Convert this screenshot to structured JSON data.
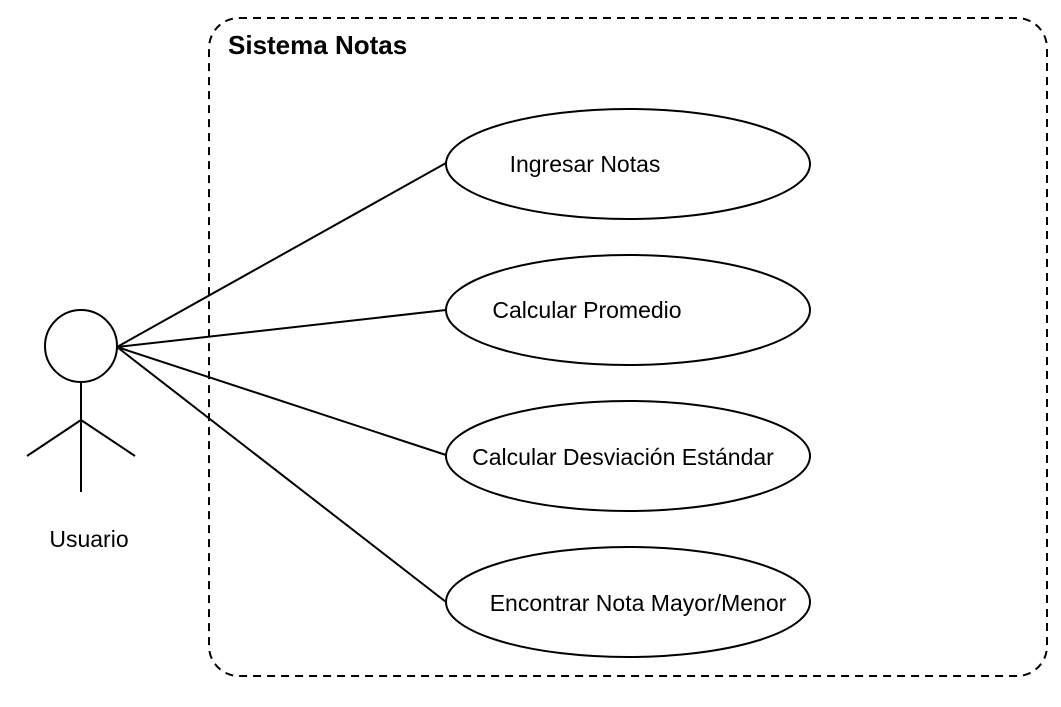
{
  "system": {
    "title": "Sistema Notas"
  },
  "actor": {
    "label": "Usuario"
  },
  "use_cases": [
    {
      "label": "Ingresar Notas"
    },
    {
      "label": "Calcular Promedio"
    },
    {
      "label": "Calcular Desviación Estándar"
    },
    {
      "label": "Encontrar Nota Mayor/Menor"
    }
  ],
  "colors": {
    "stroke": "#000000",
    "background": "#ffffff"
  }
}
